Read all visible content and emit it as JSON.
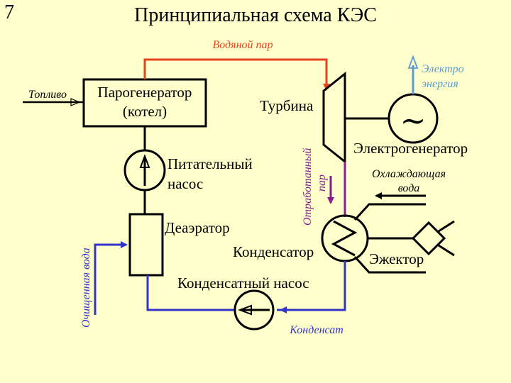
{
  "slide_number": "7",
  "title": "Принципиальная схема КЭС",
  "labels": {
    "fuel": "Топливо",
    "steam_generator_line1": "Парогенератор",
    "steam_generator_line2": "(котел)",
    "water_steam": "Водяной пар",
    "turbine": "Турбина",
    "electricity_line1": "Электро",
    "electricity_line2": "энергия",
    "generator_symbol": "~",
    "generator": "Электрогенератор",
    "feed_pump_line1": "Питательный",
    "feed_pump_line2": "насос",
    "exhaust_steam_line1": "Отработанный",
    "exhaust_steam_line2": "пар",
    "cooling_water_line1": "Охлаждающая",
    "cooling_water_line2": "вода",
    "deaerator": "Деаэратор",
    "condenser": "Конденсатор",
    "ejector": "Эжектор",
    "purified_water": "Очищенная вода",
    "condensate_pump": "Конденсатный насос",
    "condensate": "Конденсат"
  },
  "colors": {
    "background": "#ffffcc",
    "steam": "#e8431e",
    "electricity": "#5b9bd5",
    "exhaust": "#8b1a9a",
    "water": "#3333cc",
    "outline": "#000000"
  }
}
